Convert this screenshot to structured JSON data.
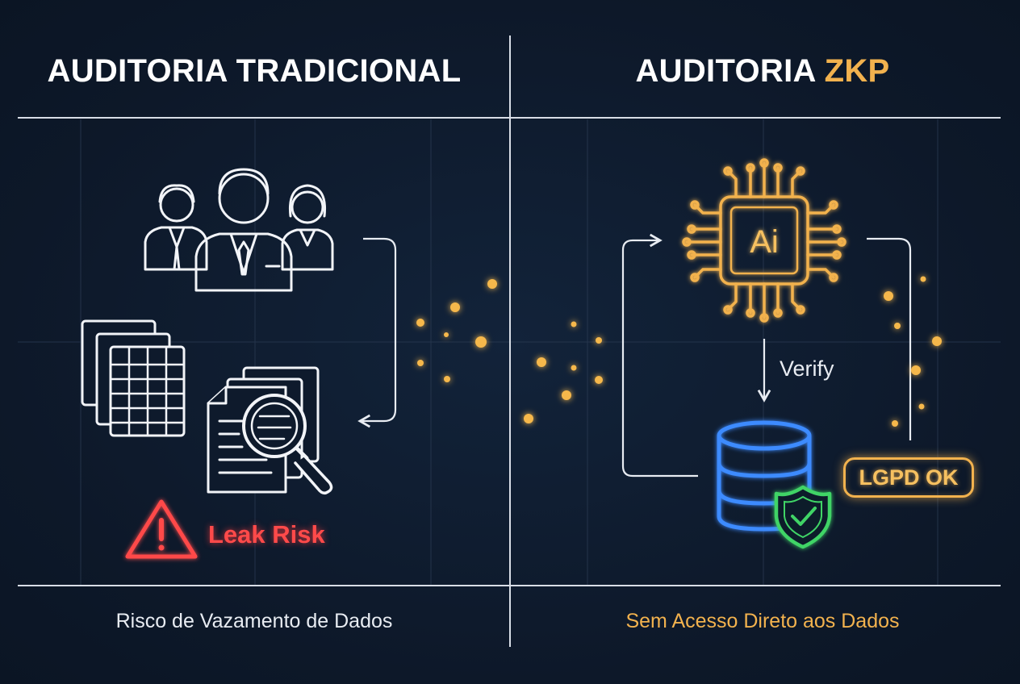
{
  "left_panel": {
    "title": "AUDITORIA TRADICIONAL",
    "warning_label": "Leak Risk",
    "footer": "Risco de Vazamento de Dados"
  },
  "right_panel": {
    "title_prefix": "AUDITORIA ",
    "title_accent": "ZKP",
    "chip_label": "Ai",
    "arrow_label": "Verify",
    "badge_label": "LGPD OK",
    "footer": "Sem Acesso Direto aos Dados"
  },
  "colors": {
    "background": "#0e1a2c",
    "accent_orange": "#f2b24e",
    "danger_red": "#ff4a4a",
    "database_blue": "#3d8bff",
    "shield_green": "#3fd466"
  },
  "icons": [
    "people-icon",
    "spreadsheet-icon",
    "document-search-icon",
    "warning-icon",
    "ai-chip-icon",
    "database-icon",
    "shield-check-icon"
  ]
}
